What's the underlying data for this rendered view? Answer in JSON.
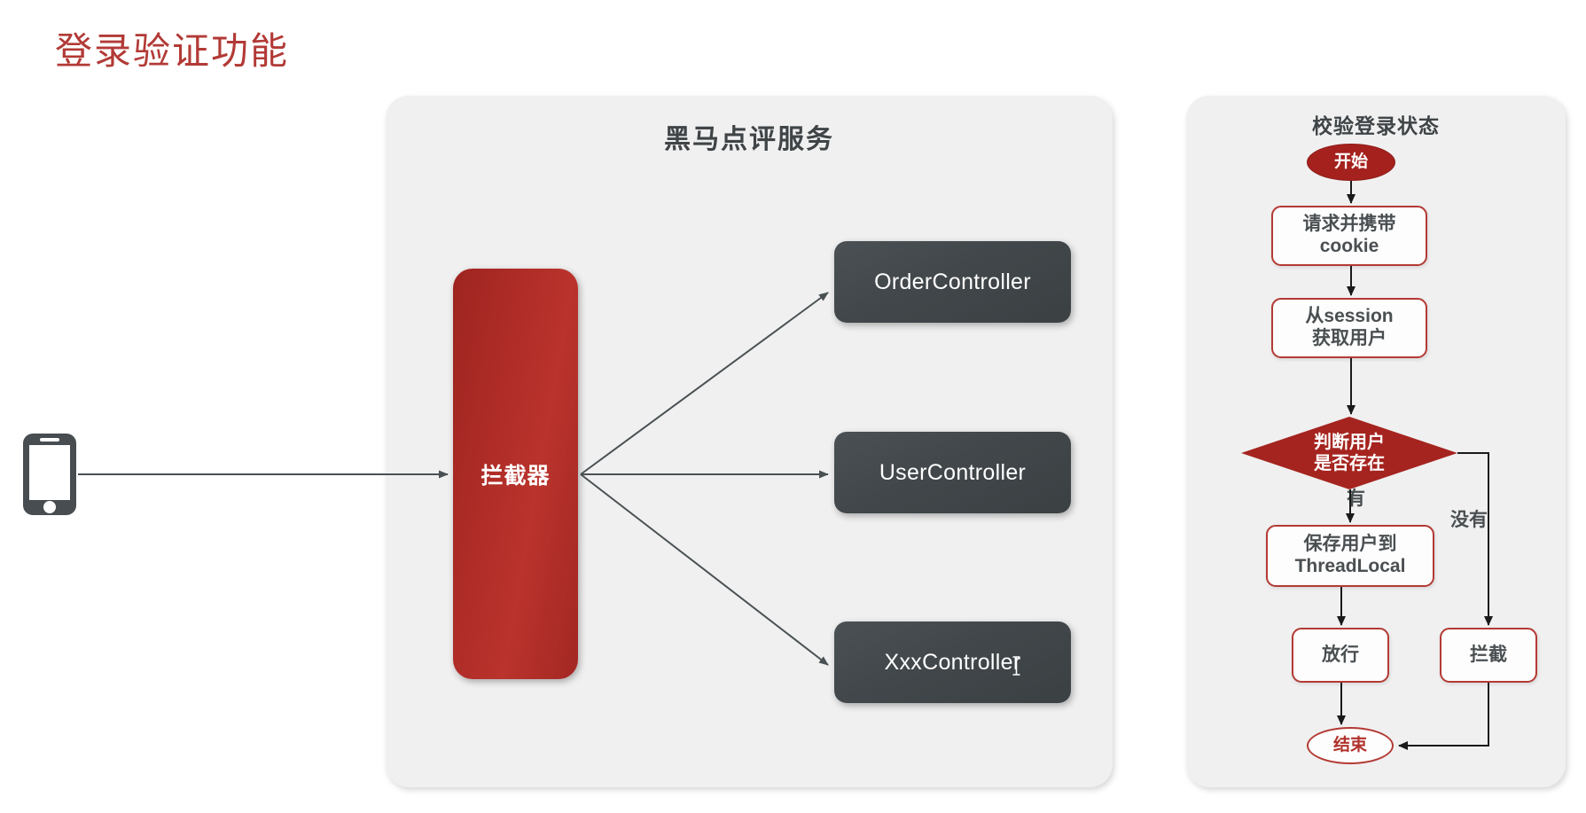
{
  "title": "登录验证功能",
  "colors": {
    "title_red": "#B23A36",
    "brand_red": "#A5241F",
    "interceptor_red": "#AF2C27",
    "controller_gray": "#41474A",
    "panel_bg": "#F0F0F0",
    "text_dark": "#4A4F52",
    "arrow_gray": "#4A5154",
    "arrow_black": "#1A1A1A"
  },
  "client": {
    "icon": "smartphone-icon"
  },
  "service_panel": {
    "title": "黑马点评服务",
    "interceptor": {
      "label": "拦截器"
    },
    "controllers": [
      {
        "label": "OrderController"
      },
      {
        "label": "UserController"
      },
      {
        "label": "XxxController"
      }
    ]
  },
  "flow_panel": {
    "title": "校验登录状态",
    "nodes": {
      "start": "开始",
      "request": "请求并携带\ncookie",
      "session": "从session\n获取用户",
      "decision": "判断用户\n是否存在",
      "threadlocal": "保存用户到\nThreadLocal",
      "pass": "放行",
      "block": "拦截",
      "end": "结束"
    },
    "edge_labels": {
      "yes": "有",
      "no": "没有"
    }
  },
  "cursor": {
    "icon": "text-ibeam-cursor"
  }
}
